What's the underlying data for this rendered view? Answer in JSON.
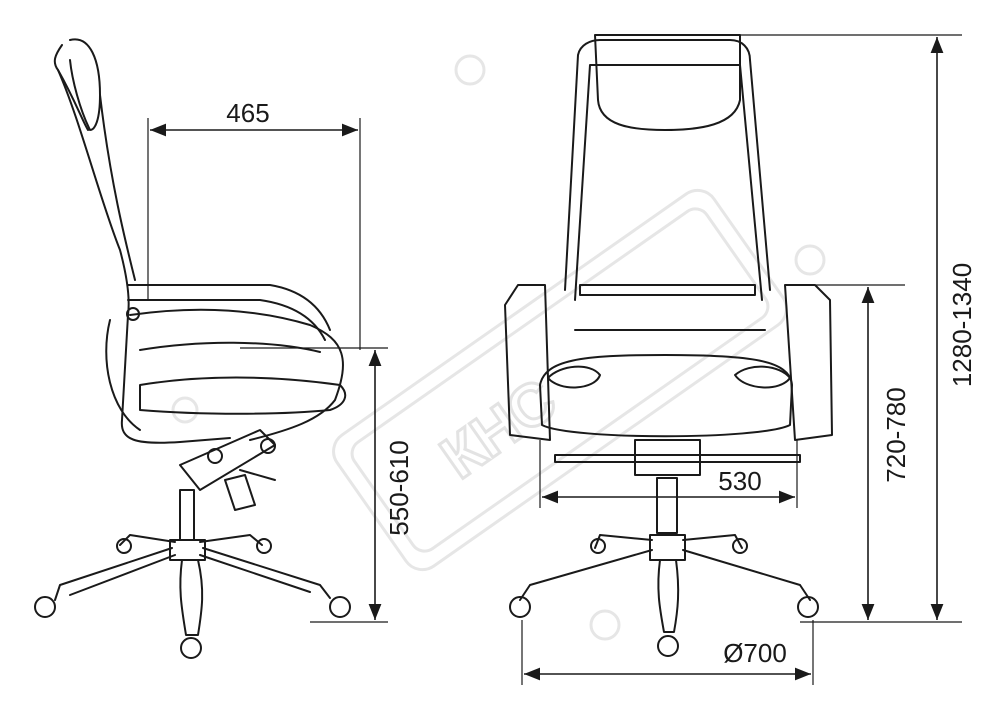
{
  "dimensions": {
    "seat_depth": "465",
    "seat_height": "550-610",
    "seat_width": "530",
    "armrest_height": "720-780",
    "total_height": "1280-1340",
    "base_diameter": "Ø700"
  },
  "watermark": "КНС",
  "colors": {
    "line": "#1a1a1a",
    "watermark": "#e3e3e3"
  }
}
